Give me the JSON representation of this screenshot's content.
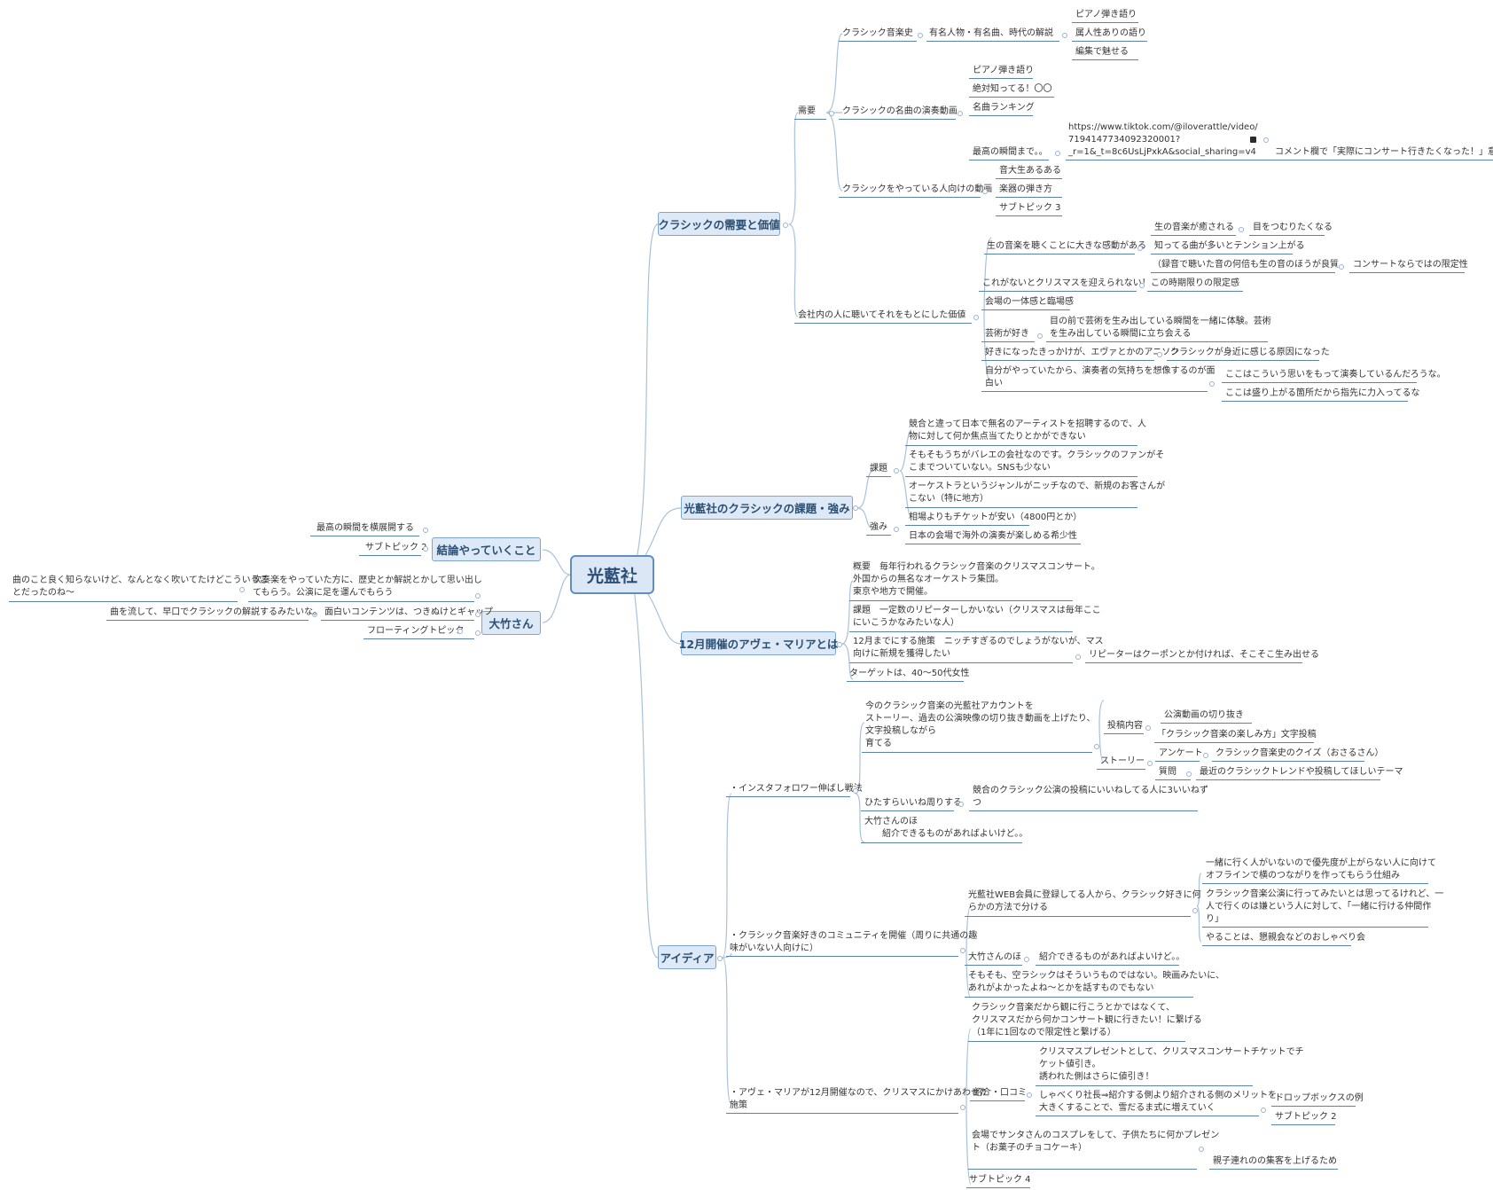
{
  "center": "光藍社",
  "branches": {
    "demand_value": "クラシックの需要と価値",
    "issues": "光藍社のクラシックの課題・強み",
    "december": "12月開催のアヴェ・マリアとは",
    "ideas": "アイディア",
    "conclusion": "結論やっていくこと",
    "otake": "大竹さん"
  },
  "demand": {
    "label": "需要",
    "history": {
      "label": "クラシック音楽史",
      "explain": "有名人物・有名曲、時代の解説",
      "items": [
        "ピアノ弾き語り",
        "属人性ありの語り",
        "編集で魅せる"
      ]
    },
    "famous": {
      "label": "クラシックの名曲の演奏動画",
      "items": [
        "ピアノ弾き語り",
        "絶対知ってる！〇〇",
        "名曲ランキング",
        "最高の瞬間まで。。"
      ],
      "url": "https://www.tiktok.com/@iloverattle/video/\n7194147734092320001?\n_r=1&_t=8c6UsLjPxkA&social_sharing=v4",
      "comment": "コメント欄で「実際にコンサート行きたくなった！」意見も"
    },
    "players": {
      "label": "クラシックをやっている人向けの動画",
      "items": [
        "音大生あるある",
        "楽器の弾き方",
        "サブトピック 3"
      ]
    }
  },
  "value": {
    "label": "会社内の人に聴いてそれをもとにした価値",
    "live": "生の音楽を聴くことに大きな感動がある",
    "live_items": [
      "生の音楽が癒される",
      "知ってる曲が多いとテンション上がる",
      "（録音で聴いた音の何倍も生の音のほうが良質"
    ],
    "live_sub1": "目をつむりたくなる",
    "live_sub3": "コンサートならではの限定性",
    "xmas": "これがないとクリスマスを迎えられない！",
    "xmas_sub": "この時期限りの限定感",
    "venue": "会場の一体感と臨場感",
    "art": "芸術が好き",
    "art_sub": "目の前で芸術を生み出している瞬間を一緒に体験。芸術\nを生み出している瞬間に立ち会える",
    "trigger": "好きになったきっかけが、エヴァとかのアニソン",
    "trigger_sub": "クラシックが身近に感じる原因になった",
    "play": "自分がやっていたから、演奏者の気持ちを想像するのが面\n白い",
    "play_items": [
      "ここはこういう思いをもって演奏しているんだろうな。",
      "ここは盛り上がる箇所だから指先に力入ってるな"
    ]
  },
  "issues": {
    "kadai": "課題",
    "kadai_items": [
      "競合と違って日本で無名のアーティストを招聘するので、人\n物に対して何か焦点当てたりとかができない",
      "そもそもうちがバレエの会社なのです。クラシックのファンがそ\nこまでついていない。SNSも少ない",
      "オーケストラというジャンルがニッチなので、新規のお客さんが\nこない（特に地方）"
    ],
    "strength": "強み",
    "strength_items": [
      "相場よりもチケットが安い（4800円とか）",
      "日本の会場で海外の演奏が楽しめる希少性"
    ]
  },
  "december": {
    "summary": "概要　毎年行われるクラシック音楽のクリスマスコンサート。\n外国からの無名なオーケストラ集団。\n東京や地方で開催。",
    "issue": "課題　一定数のリピーターしかいない（クリスマスは毎年ここ\nにいこうかなみたいな人）",
    "measure": "12月までにする施策　ニッチすぎるのでしょうがないが、マス\n向けに新規を獲得したい",
    "measure_sub": "リピーターはクーポンとか付ければ、そこそこ生み出せる",
    "target": "ターゲットは、40～50代女性"
  },
  "ideas": {
    "insta": {
      "label": "・インスタフォロワー伸ばし戦法",
      "intro": "今のクラシック音楽の光藍社アカウントを\nストーリー、過去の公演映像の切り抜き動画を上げたり、\n文字投稿しながら\n育てる",
      "post": "投稿内容",
      "post_items": [
        "公演動画の切り抜き",
        "「クラシック音楽の楽しみ方」文字投稿"
      ],
      "story": "ストーリー",
      "story_items": [
        "アンケート",
        "質問"
      ],
      "story_subs": [
        "クラシック音楽史のクイズ（おさるさん）",
        "最近のクラシックトレンドや投稿してほしいテーマ"
      ],
      "like": "ひたすらいいね周りする",
      "like_sub": "競合のクラシック公演の投稿にいいねしてる人に3いいねず\nつ",
      "otake": "大竹さんのほ\n　　紹介できるものがあればよいけど。。"
    },
    "community": {
      "label": "・クラシック音楽好きのコミュニティを開催（周りに共通の趣\n味がいない人向けに）",
      "web": "光藍社WEB会員に登録してる人から、クラシック好きに何\nらかの方法で分ける",
      "web_items": [
        "一緒に行く人がいないので優先度が上がらない人に向けて\nオフラインで横のつながりを作ってもらう仕組み",
        "クラシック音楽公演に行ってみたいとは思ってるけれど、一\n人で行くのは嫌という人に対して、「一緒に行ける仲間作\nり」",
        "やることは、懇親会などのおしゃべり会"
      ],
      "otake": "大竹さんのほ",
      "otake_sub": "紹介できるものがあればよいけど。。",
      "note": "そもそも、空ラシックはそういうものではない。映画みたいに、\nあれがよかったよね～とかを話すものでもない"
    },
    "ave": {
      "label": "・アヴェ・マリアが12月開催なので、クリスマスにかけあわせた\n施策",
      "why": "クラシック音楽だから観に行こうとかではなくて、\nクリスマスだから何かコンサート観に行きたい！に繋げる\n（1年に1回なので限定性と繋げる）",
      "intro": "紹介・口コミ",
      "present": "クリスマスプレゼントとして、クリスマスコンサートチケットでチ\nケット値引き。\n誘われた側はさらに値引き！",
      "shaberi": "しゃべくり社長⇒紹介する側より紹介される側のメリットを\n大きくすることで、雪だるま式に増えていく",
      "shaberi_items": [
        "ドロップボックスの例",
        "サブトピック 2"
      ],
      "santa": "会場でサンタさんのコスプレをして、子供たちに何かプレゼン\nト（お菓子のチョコケーキ）",
      "santa_sub": "親子連れのの集客を上げるため",
      "sub4": "サブトピック 4"
    }
  },
  "conclusion": {
    "items": [
      "最高の瞬間を横展開する",
      "サブトピック 2"
    ]
  },
  "otake": {
    "brass": "吹奏楽をやっていた方に、歴史とか解説とかして思い出し\nてもらう。公演に足を運んでもらう",
    "brass_sub": "曲のこと良く知らないけど、なんとなく吹いてたけどこういうこ\nとだったのね～",
    "content": "面白いコンテンツは、つきぬけとギャップ",
    "content_sub": "曲を流して、早口でクラシックの解説するみたいな。",
    "floating": "フローティングトピック"
  }
}
